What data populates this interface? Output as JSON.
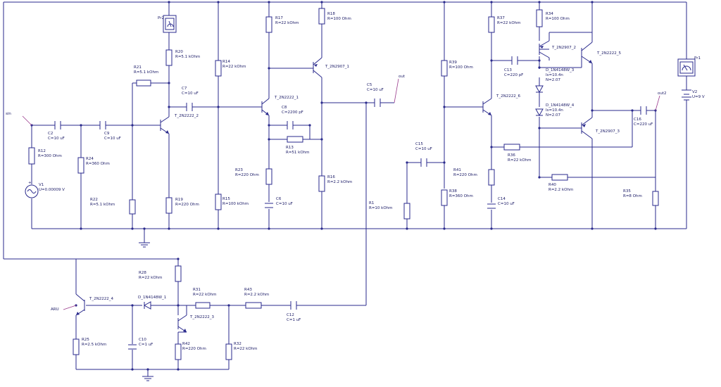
{
  "components": {
    "R12": [
      "R12",
      "R=300 Ohm"
    ],
    "R24": [
      "R24",
      "R=360 Ohm"
    ],
    "R22": [
      "R22",
      "R=5.1 kOhm"
    ],
    "R21": [
      "R21",
      "R=5.1 kOhm"
    ],
    "R20": [
      "R20",
      "R=5.1 kOhm"
    ],
    "R19": [
      "R19",
      "R=220 Ohm"
    ],
    "R14": [
      "R14",
      "R=22 kOhm"
    ],
    "R15": [
      "R15",
      "R=100 kOhm"
    ],
    "R17": [
      "R17",
      "R=22 kOhm"
    ],
    "R18": [
      "R18",
      "R=100 Ohm"
    ],
    "R13": [
      "R13",
      "R=51 kOhm"
    ],
    "R23": [
      "R23",
      "R=220 Ohm"
    ],
    "R16": [
      "R16",
      "R=2.2 kOhm"
    ],
    "R1": [
      "R1",
      "R=10 kOhm"
    ],
    "R39": [
      "R39",
      "R=100 Ohm"
    ],
    "R41": [
      "R41",
      "R=220 Ohm"
    ],
    "R38": [
      "R38",
      "R=360 Ohm"
    ],
    "R37": [
      "R37",
      "R=22 kOhm"
    ],
    "R34": [
      "R34",
      "R=100 Ohm"
    ],
    "R36": [
      "R36",
      "R=22 kOhm"
    ],
    "R40": [
      "R40",
      "R=2.2 kOhm"
    ],
    "R35": [
      "R35",
      "R=8 Ohm"
    ],
    "R28": [
      "R28",
      "R=22 kOhm"
    ],
    "R31": [
      "R31",
      "R=22 kOhm"
    ],
    "R43": [
      "R43",
      "R=2.2 kOhm"
    ],
    "R25": [
      "R25",
      "R=2.5 kOhm"
    ],
    "R42": [
      "R42",
      "R=220 Ohm"
    ],
    "R32": [
      "R32",
      "R=22 kOhm"
    ],
    "C2": [
      "C2",
      "C=10 uF"
    ],
    "C9": [
      "C9",
      "C=10 uF"
    ],
    "C7": [
      "C7",
      "C=10 uF"
    ],
    "C8": [
      "C8",
      "C=2200 pF"
    ],
    "C6": [
      "C6",
      "C=10 uF"
    ],
    "C5": [
      "C5",
      "C=10 uF"
    ],
    "C15": [
      "C15",
      "C=10 uF"
    ],
    "C13": [
      "C13",
      "C=220 pF"
    ],
    "C14": [
      "C14",
      "C=10 uF"
    ],
    "C16": [
      "C16",
      "C=220 uF"
    ],
    "C10": [
      "C10",
      "C=1 uF"
    ],
    "C12": [
      "C12",
      "C=1 uF"
    ],
    "V1": [
      "V1",
      "U=0.00009 V"
    ],
    "V2": [
      "V2",
      "U=9 V"
    ],
    "T2": [
      "T_2N2222_2"
    ],
    "T1": [
      "T_2N2222_1"
    ],
    "TP1": [
      "T_2N2907_1"
    ],
    "T6": [
      "T_2N2222_6"
    ],
    "TP2": [
      "T_2N2907_2"
    ],
    "T5": [
      "T_2N2222_5"
    ],
    "TP3": [
      "T_2N2907_3"
    ],
    "T4": [
      "T_2N2222_4"
    ],
    "T3": [
      "T_2N2222_3"
    ],
    "D3": [
      "D_1N4148W_3",
      "Is=10.4n",
      "N=2.07"
    ],
    "D4": [
      "D_1N4148W_4",
      "Is=10.4n",
      "N=2.07"
    ],
    "D1": [
      "D_1N4148W_1"
    ],
    "Pr2": [
      "Pr2"
    ],
    "Pr1": [
      "Pr1"
    ]
  },
  "nodes": {
    "sin": "sin",
    "out": "out",
    "out2": "out2",
    "ARU": "ARU"
  }
}
